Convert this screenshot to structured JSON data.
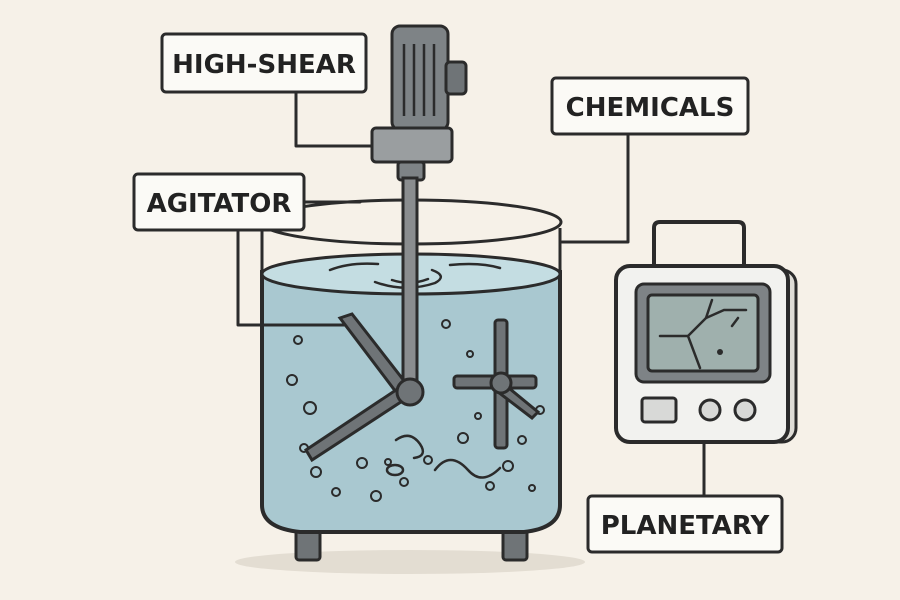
{
  "labels": {
    "high_shear": "HIGH-SHEAR",
    "chemicals": "CHEMICALS",
    "agitator": "AGITATOR",
    "planetary": "PLANETARY"
  },
  "colors": {
    "background": "#f6f1e8",
    "outline": "#2b2b2b",
    "liquid": "#a9c8d0",
    "liquid_surface": "#c4dde2",
    "metal": "#8a8d8f",
    "motor": "#7e8386",
    "screen": "#9fb0ad",
    "panel": "#f2f2ef"
  }
}
